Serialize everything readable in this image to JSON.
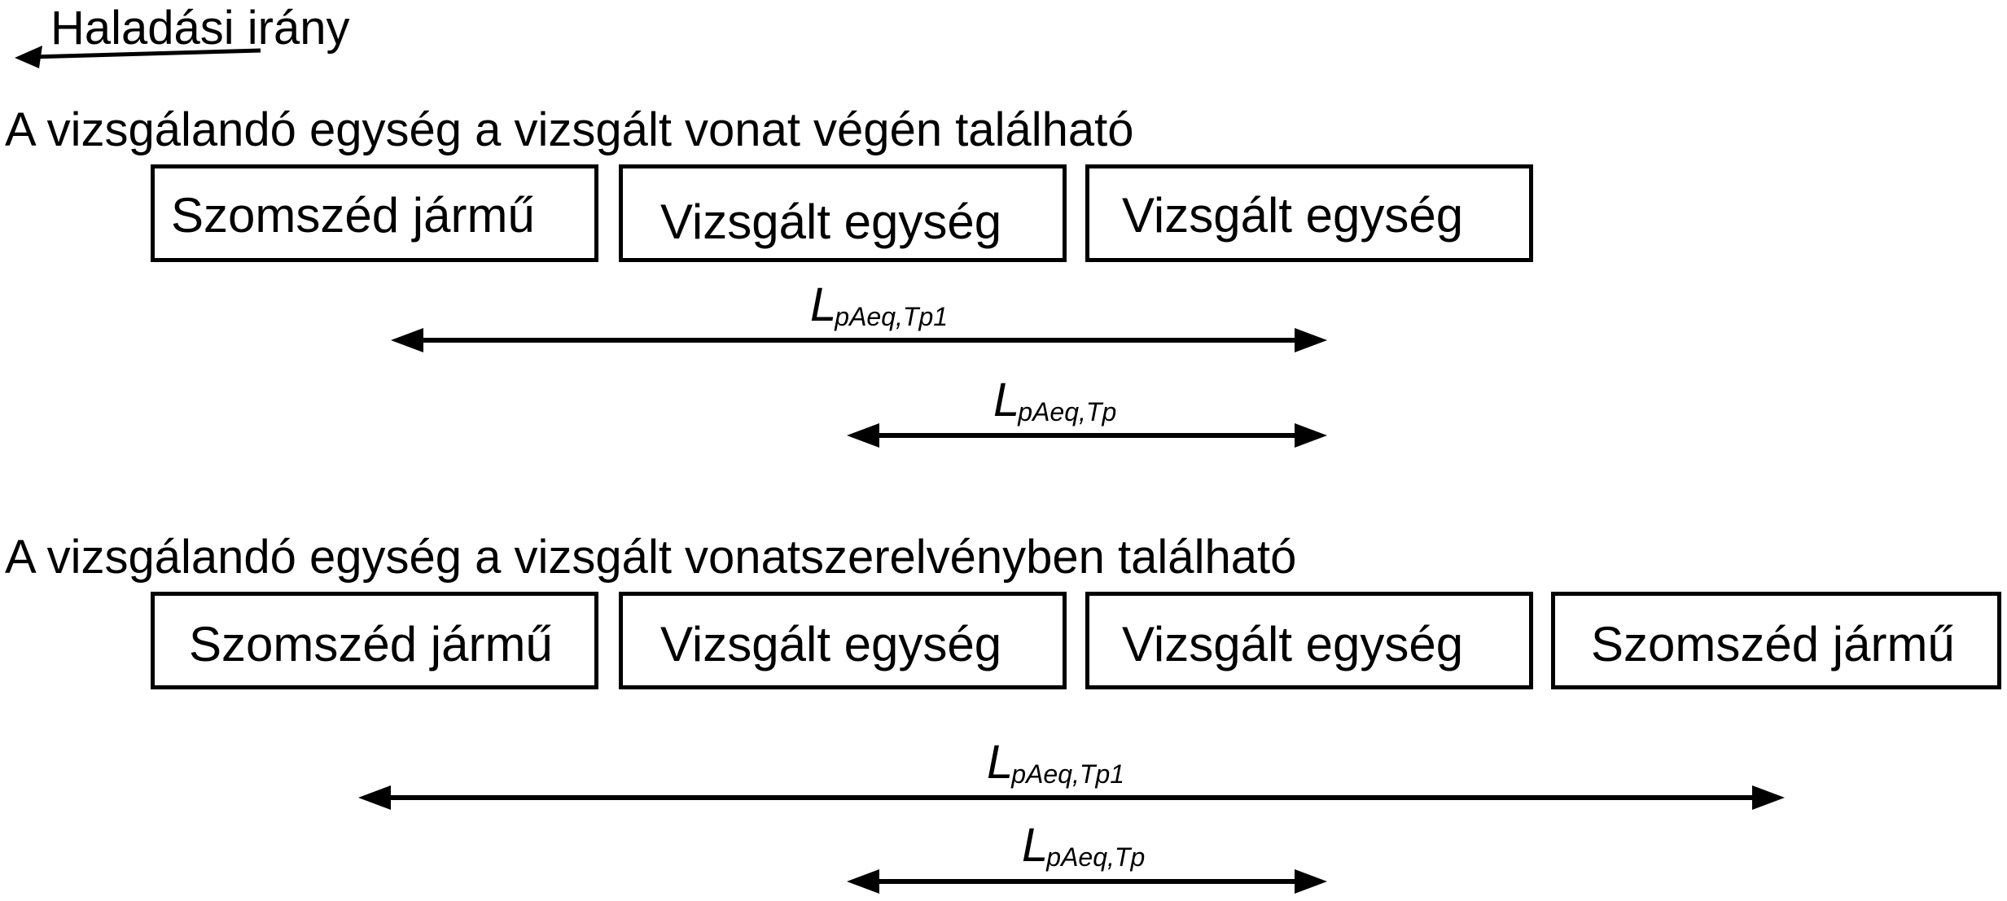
{
  "direction_label": "Haladási irány",
  "scenario_1": {
    "heading": "A vizsgálandó egység a vizsgált vonat végén található",
    "boxes": [
      "Szomszéd jármű",
      "Vizsgált egység",
      "Vizsgált egység"
    ],
    "measurements": [
      {
        "symbol": "L",
        "subscript": "pAeq,Tp1"
      },
      {
        "symbol": "L",
        "subscript": "pAeq,Tp"
      }
    ]
  },
  "scenario_2": {
    "heading": "A vizsgálandó egység a vizsgált vonatszerelvényben található",
    "boxes": [
      "Szomszéd jármű",
      "Vizsgált egység",
      "Vizsgált egység",
      "Szomszéd jármű"
    ],
    "measurements": [
      {
        "symbol": "L",
        "subscript": "pAeq,Tp1"
      },
      {
        "symbol": "L",
        "subscript": "pAeq,Tp"
      }
    ]
  }
}
